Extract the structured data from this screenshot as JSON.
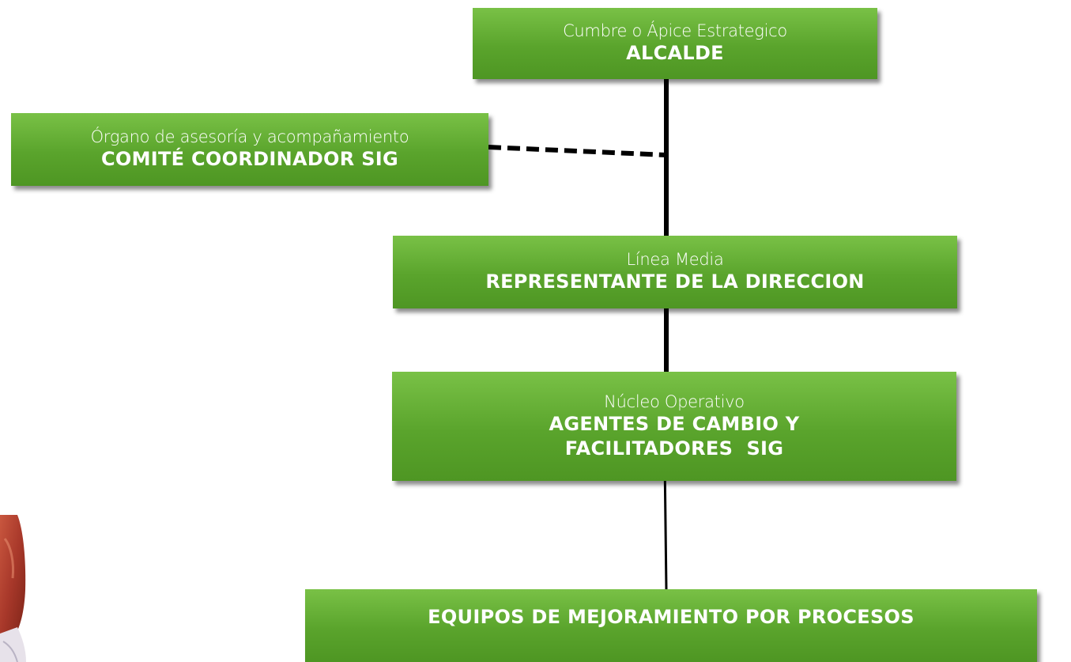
{
  "nodes": {
    "alcalde": {
      "subtitle": "Cumbre o Ápice Estrategico",
      "title": "ALCALDE"
    },
    "comite": {
      "subtitle": "Órgano de asesoría y acompañamiento",
      "title": "COMITÉ COORDINADOR SIG"
    },
    "representante": {
      "subtitle": "Línea Media",
      "title": "REPRESENTANTE DE LA DIRECCION"
    },
    "agentes": {
      "subtitle": "Núcleo Operativo",
      "title_line1": "AGENTES DE CAMBIO Y",
      "title_line2": "FACILITADORES  SIG"
    },
    "equipos": {
      "title": "EQUIPOS DE MEJORAMIENTO POR PROCESOS"
    }
  },
  "colors": {
    "box_top": "#79c146",
    "box_bottom": "#4e9623",
    "text": "#ffffff",
    "connector": "#000000"
  }
}
